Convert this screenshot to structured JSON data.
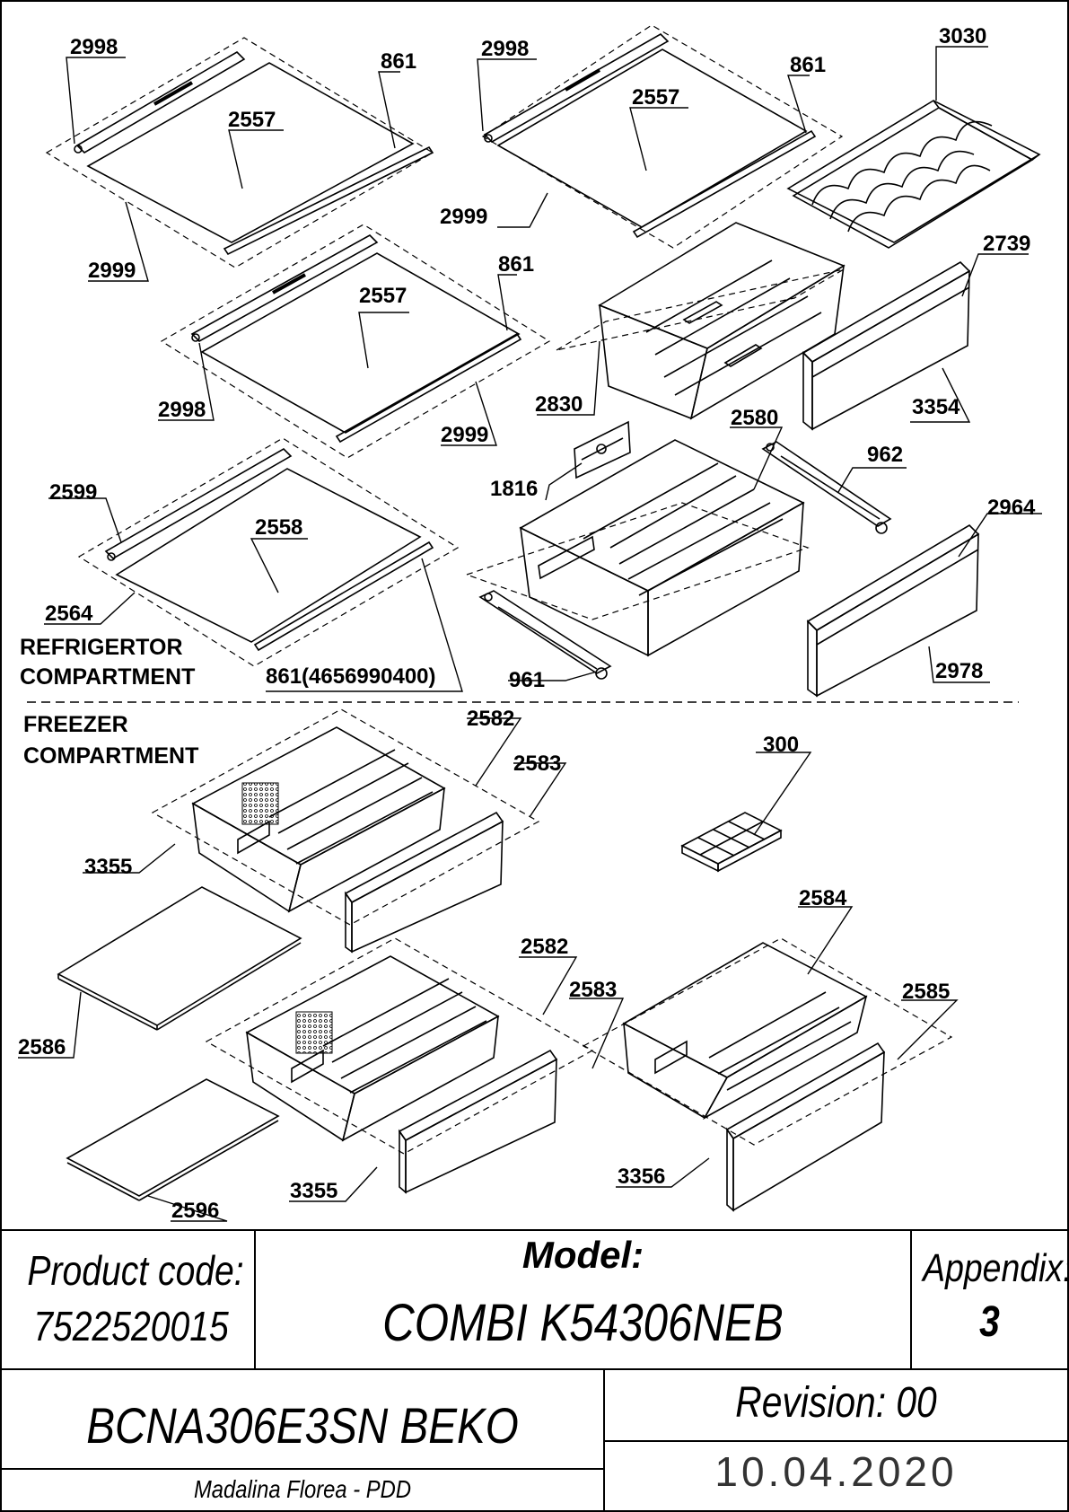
{
  "sections": {
    "refrigerator_line1": "REFRIGERTOR",
    "refrigerator_line2": "COMPARTMENT",
    "freezer_line1": "FREEZER",
    "freezer_line2": "COMPARTMENT"
  },
  "parts": {
    "p2998a": "2998",
    "p861a": "861",
    "p2557a": "2557",
    "p2999a": "2999",
    "p2998b": "2998",
    "p861b": "861",
    "p2557b": "2557",
    "p2999b": "2999",
    "p3030": "3030",
    "p2557c": "2557",
    "p861c": "861",
    "p2998c": "2998",
    "p2999c": "2999",
    "p2739": "2739",
    "p2830": "2830",
    "p3354": "3354",
    "p2580": "2580",
    "p962": "962",
    "p1816": "1816",
    "p2599": "2599",
    "p2558": "2558",
    "p2564": "2564",
    "p861d": "861(4656990400)",
    "p2964": "2964",
    "p961": "961",
    "p2978": "2978",
    "p2582a": "2582",
    "p2583a": "2583",
    "p300": "300",
    "p3355a": "3355",
    "p2584": "2584",
    "p2586": "2586",
    "p2582b": "2582",
    "p2583b": "2583",
    "p2585": "2585",
    "p3355b": "3355",
    "p3356": "3356",
    "p2596": "2596"
  },
  "title_block": {
    "product_code_label": "Product code:",
    "product_code": "7522520015",
    "model_label": "Model:",
    "model": "COMBI K54306NEB",
    "appendix_label": "Appendix:",
    "appendix": "3",
    "product_name": "BCNA306E3SN BEKO",
    "revision": "Revision: 00",
    "author": "Madalina Florea - PDD",
    "date": "10.04.2020"
  }
}
